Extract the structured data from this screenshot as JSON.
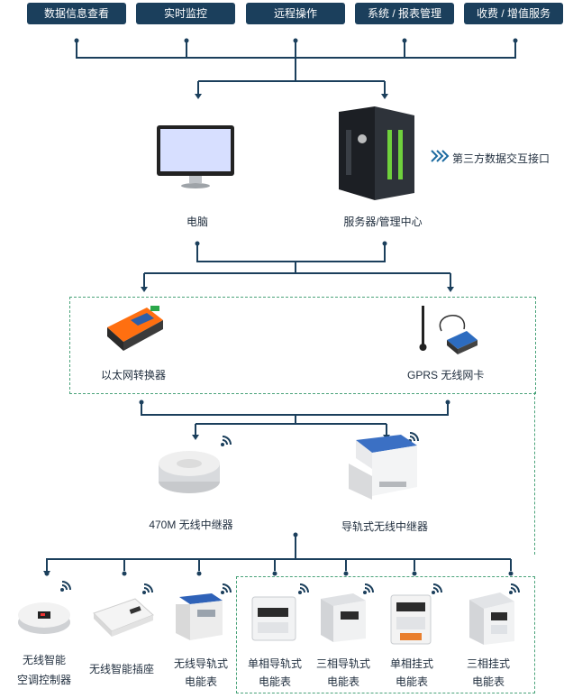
{
  "top_buttons": [
    "数据信息查看",
    "实时监控",
    "远程操作",
    "系统 / 报表管理",
    "收费 / 增值服务"
  ],
  "computer_label": "电脑",
  "server_label": "服务器/管理中心",
  "third_party_label": "第三方数据交互接口",
  "ethernet_label": "以太网转换器",
  "gprs_label": "GPRS 无线网卡",
  "repeater_470_label": "470M 无线中继器",
  "rail_repeater_label": "导轨式无线中继器",
  "devices": [
    {
      "line1": "无线智能",
      "line2": "空调控制器"
    },
    {
      "line1": "无线智能插座",
      "line2": ""
    },
    {
      "line1": "无线导轨式",
      "line2": "电能表"
    },
    {
      "line1": "单相导轨式",
      "line2": "电能表"
    },
    {
      "line1": "三相导轨式",
      "line2": "电能表"
    },
    {
      "line1": "单相挂式",
      "line2": "电能表"
    },
    {
      "line1": "三相挂式",
      "line2": "电能表"
    }
  ]
}
